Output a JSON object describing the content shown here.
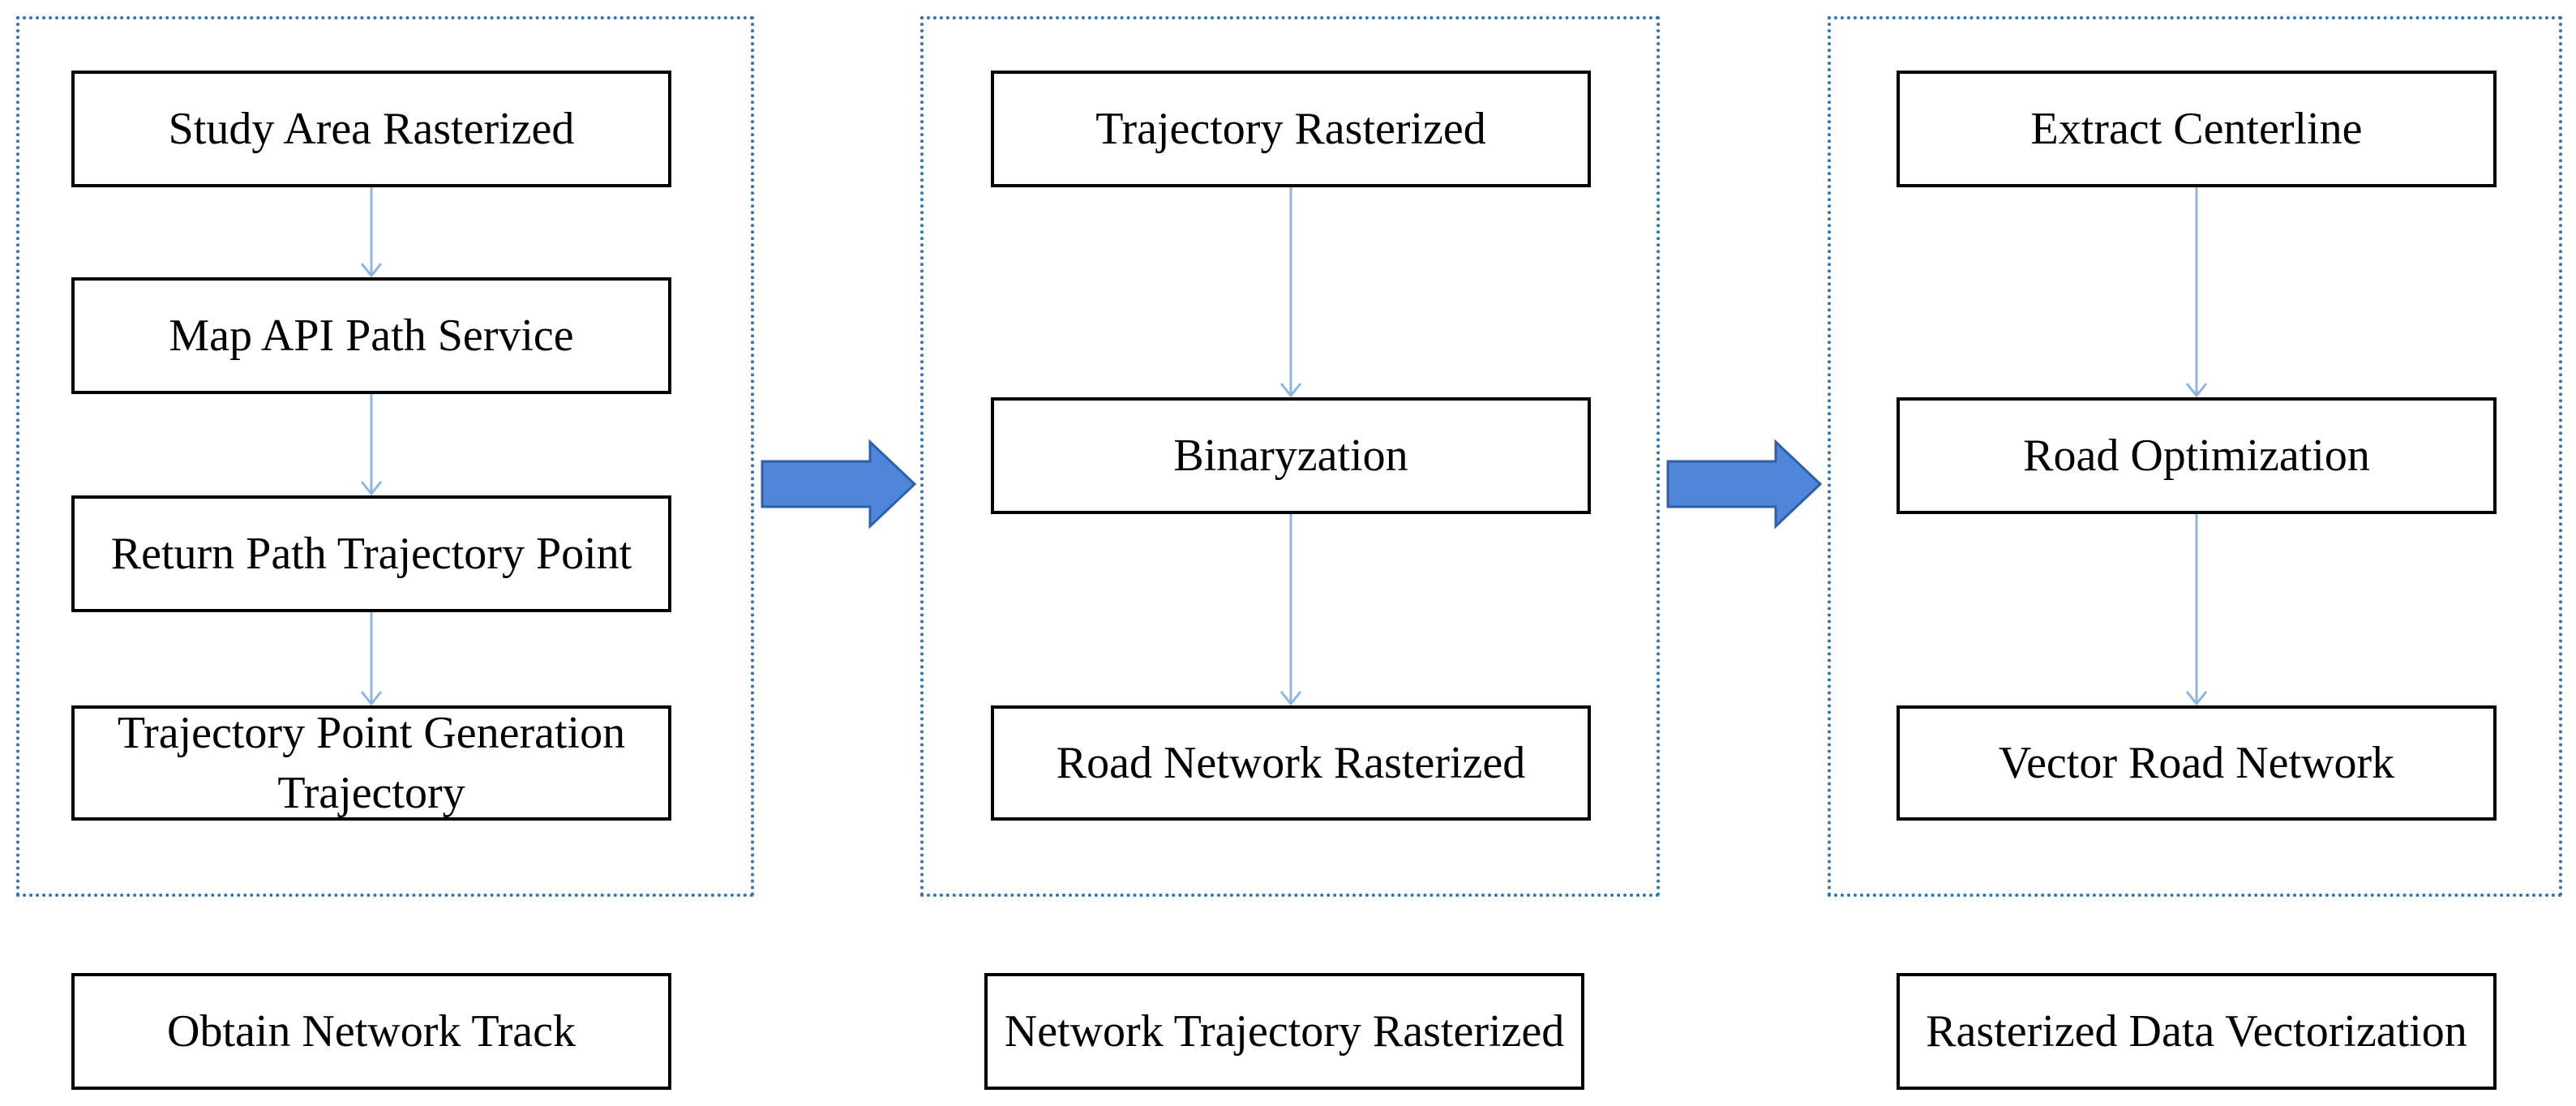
{
  "colors": {
    "panel_border": "#2e75b6",
    "connector": "#8db4e2",
    "big_arrow_fill": "#4f86d9",
    "big_arrow_stroke": "#2f5fa8"
  },
  "stage1": {
    "steps": [
      "Study Area Rasterized",
      "Map API Path Service",
      "Return Path Trajectory Point",
      "Trajectory Point Generation Trajectory"
    ],
    "caption": "Obtain Network Track"
  },
  "stage2": {
    "steps": [
      "Trajectory Rasterized",
      "Binaryzation",
      "Road Network Rasterized"
    ],
    "caption": "Network Trajectory Rasterized"
  },
  "stage3": {
    "steps": [
      "Extract Centerline",
      "Road Optimization",
      "Vector Road Network"
    ],
    "caption": "Rasterized Data Vectorization"
  }
}
